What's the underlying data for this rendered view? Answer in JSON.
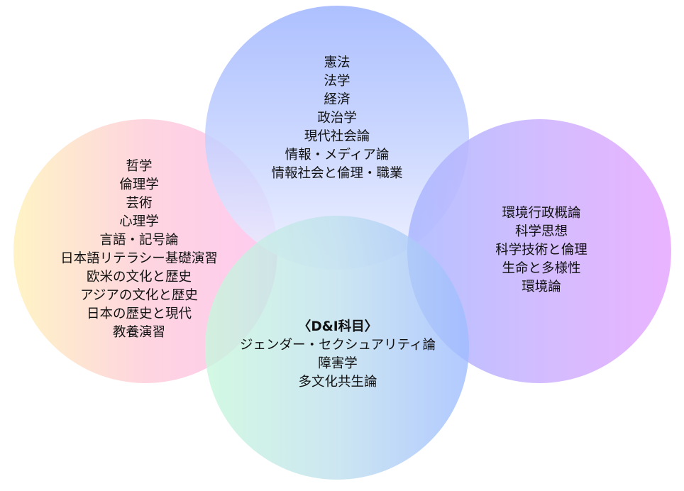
{
  "circles": {
    "top": {
      "color_start": "#9fb5ff",
      "items": [
        "憲法",
        "法学",
        "経済",
        "政治学",
        "現代社会論",
        "情報・メディア論",
        "情報社会と倫理・職業"
      ]
    },
    "left": {
      "color_start": "#fff2bf",
      "items": [
        "哲学",
        "倫理学",
        "芸術",
        "心理学",
        "言語・記号論",
        "日本語リテラシー基礎演習",
        "欧米の文化と歴史",
        "アジアの文化と歴史",
        "日本の歴史と現代",
        "教養演習"
      ]
    },
    "right": {
      "color_start": "#a9b7ff",
      "items": [
        "環境行政概論",
        "科学思想",
        "科学技術と倫理",
        "生命と多様性",
        "環境論"
      ]
    },
    "bottom": {
      "color_start": "#c8f7dc",
      "heading": "〈D&I科目〉",
      "items": [
        "ジェンダー・セクシュアリティ論",
        "障害学",
        "多文化共生論"
      ]
    }
  }
}
